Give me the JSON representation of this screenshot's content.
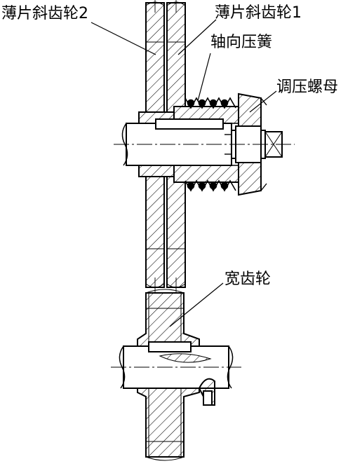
{
  "labels": {
    "thin_gear_2": "薄片斜齿轮2",
    "thin_gear_1": "薄片斜齿轮1",
    "axial_spring": "轴向压簧",
    "adjust_nut": "调压螺母",
    "wide_gear": "宽齿轮"
  },
  "colors": {
    "line": "#000000",
    "background": "#ffffff"
  }
}
